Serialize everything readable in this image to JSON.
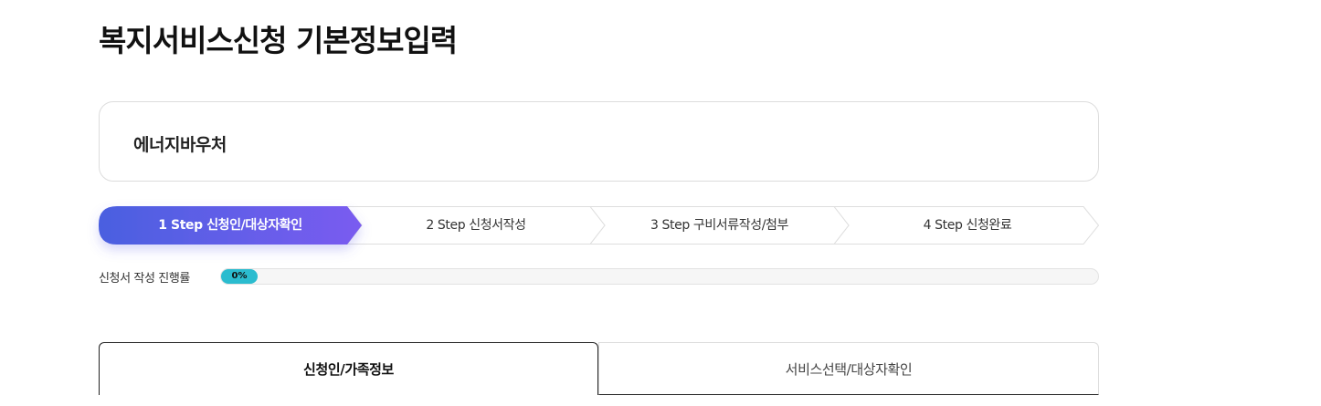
{
  "page": {
    "title": "복지서비스신청 기본정보입력"
  },
  "service": {
    "name": "에너지바우처"
  },
  "steps": [
    {
      "label": "1 Step 신청인/대상자확인",
      "active": true
    },
    {
      "label": "2 Step 신청서작성",
      "active": false
    },
    {
      "label": "3 Step 구비서류작성/첨부",
      "active": false
    },
    {
      "label": "4 Step 신청완료",
      "active": false
    }
  ],
  "progress": {
    "label": "신청서 작성 진행률",
    "value_text": "0%",
    "percent": 0
  },
  "tabs": [
    {
      "label": "신청인/가족정보",
      "active": true
    },
    {
      "label": "서비스선택/대상자확인",
      "active": false
    }
  ],
  "colors": {
    "step_active_start": "#4a5fe0",
    "step_active_end": "#7a5cf0",
    "progress_fill": "#2bbccf",
    "border": "#dcdcdc"
  }
}
